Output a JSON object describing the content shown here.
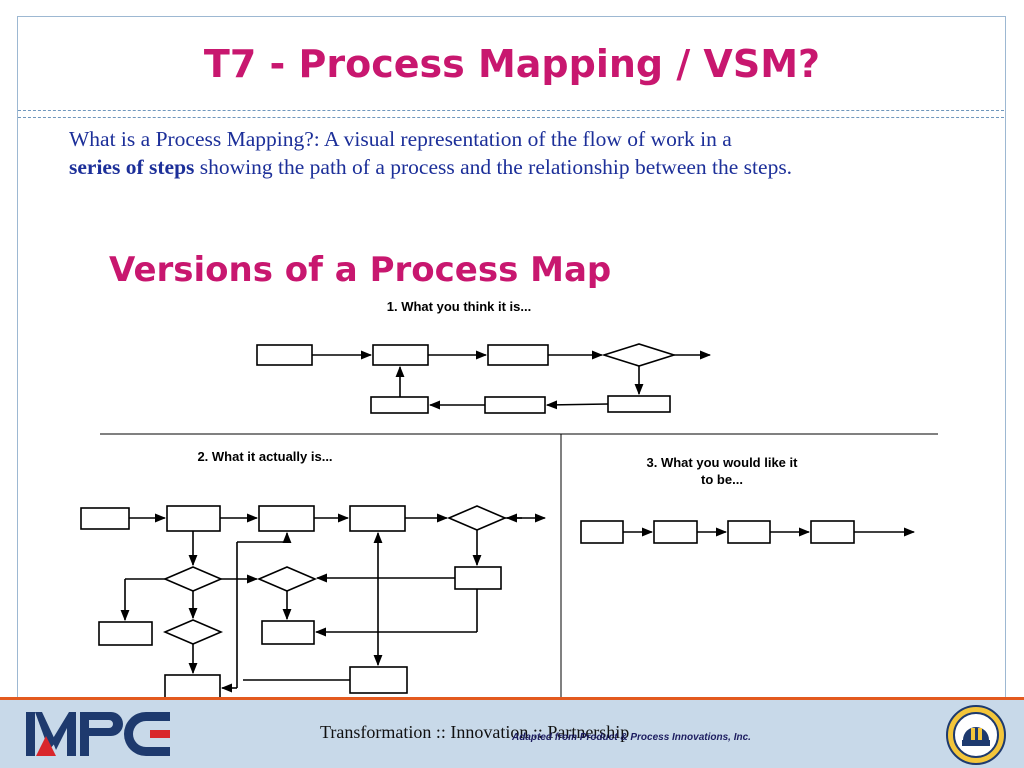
{
  "slide": {
    "title": "T7 - Process Mapping / VSM?",
    "definition_lead": "What is a Process Mapping?: A visual representation of the flow of work in a",
    "definition_bold": "series of steps",
    "definition_tail": "showing the path of a process and the relationship between the steps.",
    "subtitle": "Versions of a Process Map"
  },
  "diagrams": {
    "version1_label": "1. What you think it is...",
    "version2_label": "2. What it actually is...",
    "version3_label_line1": "3. What you would like it",
    "version3_label_line2": "to be..."
  },
  "footer": {
    "tagline": "Transformation :: Innovation :: Partnership",
    "credit": "Adapted from Product & Process Innovations, Inc.",
    "logo_text": "MPC",
    "colors": {
      "brand_magenta": "#c8176f",
      "body_blue": "#1c2f99",
      "footer_bar": "#c8d9e9",
      "accent_orange": "#e35a1f",
      "logo_red": "#d9262b",
      "logo_navy": "#1e3a6e"
    }
  }
}
